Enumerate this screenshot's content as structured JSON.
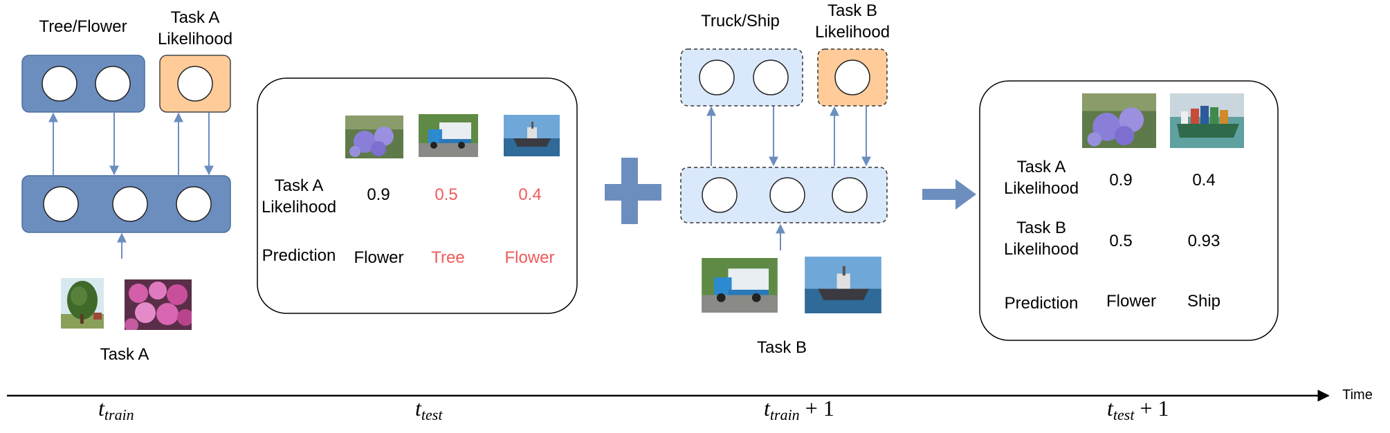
{
  "diagram": {
    "train_a": {
      "head_label": "Tree/Flower",
      "likelihood_head_label": "Task A\nLikelihood",
      "task_label": "Task A",
      "images": [
        "tree-photo",
        "pink-flower-photo"
      ]
    },
    "test_a": {
      "images": [
        "purple-flower-photo",
        "truck-photo",
        "ship-photo"
      ],
      "row_likelihood_label": "Task A\nLikelihood",
      "likelihood_values": [
        "0.9",
        "0.5",
        "0.4"
      ],
      "row_prediction_label": "Prediction",
      "predictions": [
        "Flower",
        "Tree",
        "Flower"
      ],
      "incorrect_color": "#f05a5a"
    },
    "train_b": {
      "head_label": "Truck/Ship",
      "likelihood_head_label": "Task B\nLikelihood",
      "task_label": "Task B",
      "images": [
        "truck-photo",
        "ship-photo"
      ]
    },
    "test_b": {
      "images": [
        "purple-flower-photo",
        "container-ship-photo"
      ],
      "row_likelihood_a_label": "Task A\nLikelihood",
      "likelihood_a_values": [
        "0.9",
        "0.4"
      ],
      "row_likelihood_b_label": "Task B\nLikelihood",
      "likelihood_b_values": [
        "0.5",
        "0.93"
      ],
      "row_prediction_label": "Prediction",
      "predictions": [
        "Flower",
        "Ship"
      ]
    },
    "timeline": {
      "axis_label": "Time",
      "ticks": [
        {
          "base": "t",
          "sub": "train",
          "suffix": ""
        },
        {
          "base": "t",
          "sub": "test",
          "suffix": ""
        },
        {
          "base": "t",
          "sub": "train",
          "suffix": "+ 1"
        },
        {
          "base": "t",
          "sub": "test",
          "suffix": "+ 1"
        }
      ]
    },
    "colors": {
      "frozen_module": "#6c8ebf",
      "trainable_module": "#dae8fc",
      "likelihood_head": "#ffcc99",
      "arrow": "#6c8ebf"
    }
  }
}
